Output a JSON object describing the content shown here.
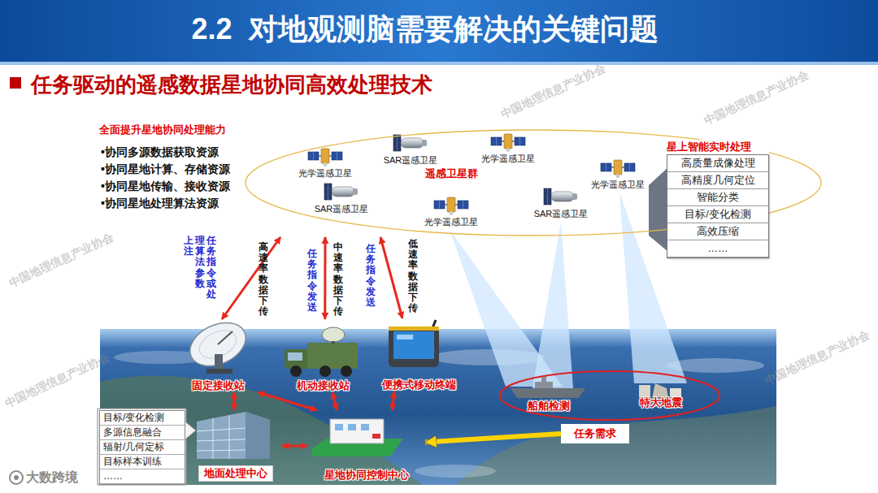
{
  "diagram": {
    "title": "2.2  对地观测脑需要解决的关键问题",
    "nodes": [
      {
        "text": [
          "遥感卫星群"
        ]
      },
      {
        "text": [
          "光学遥感卫星"
        ],
        "in": 0
      },
      {
        "text": [
          "SAR遥感卫星"
        ],
        "in": 0
      },
      {
        "text": [
          "光学遥感卫星"
        ],
        "in": 0
      },
      {
        "text": [
          "光学遥感卫星"
        ],
        "in": 0
      },
      {
        "text": [
          "SAR遥感卫星"
        ],
        "in": 0
      },
      {
        "text": [
          "光学遥感卫星"
        ],
        "in": 0
      },
      {
        "text": [
          "SAR遥感卫星"
        ],
        "in": 0
      },
      {
        "text": [
          "星上智能实时处理"
        ]
      },
      {
        "text": [
          "固定接收站"
        ]
      },
      {
        "text": [
          "机动接收站"
        ]
      },
      {
        "text": [
          "便携式移动终端"
        ]
      },
      {
        "text": [
          "地面处理中心"
        ]
      },
      {
        "text": [
          "星地协同控制中心"
        ]
      },
      {
        "text": [
          "船舶检测"
        ]
      },
      {
        "text": [
          "特大地震"
        ]
      },
      {
        "text": [
          "任务需求"
        ]
      }
    ],
    "edges": [
      {
        "from": 9,
        "to": 0,
        "label": "高速率数据下传",
        "arrow": "both"
      },
      {
        "from": 10,
        "to": 0,
        "label": "中速率数据下传",
        "arrow": "both"
      },
      {
        "from": 11,
        "to": 0,
        "label": "低速率数据下传",
        "arrow": "both"
      },
      {
        "from": 9,
        "to": 12,
        "arrow": "both"
      },
      {
        "from": 9,
        "to": 13,
        "arrow": "both"
      },
      {
        "from": 10,
        "to": 13,
        "arrow": "both"
      },
      {
        "from": 11,
        "to": 13,
        "arrow": "both"
      },
      {
        "from": 12,
        "to": 13,
        "arrow": "both"
      },
      {
        "from": 16,
        "to": 13,
        "arrow": "to"
      }
    ],
    "labels": [
      "任务驱动的遥感数据星地协同高效处理技术",
      "全面提升星地协同处理能力",
      "•协同多源数据获取资源",
      "•协同星地计算、存储资源",
      "•协同星地传输、接收资源",
      "•协同星地处理算法资源",
      "任务指令或处理算法参数上注",
      "任务指令发送",
      "任务指令发送",
      "高质量成像处理",
      "高精度几何定位",
      "智能分类",
      "目标/变化检测",
      "高效压缩",
      "……",
      "目标/变化检测",
      "多源信息融合",
      "辐射/几何定标",
      "目标样本训练",
      "……",
      "中国地理信息产业协会",
      "中国地理信息产业协会",
      "中国地理信息产业协会",
      "中国地理信息产业协会",
      "中国地理信息产业协会",
      "大数跨境"
    ]
  }
}
